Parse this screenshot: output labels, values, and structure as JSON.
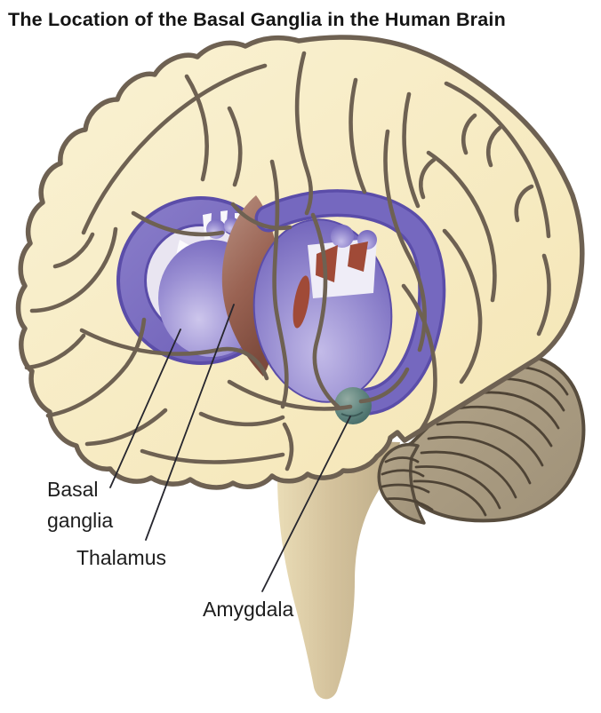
{
  "title": "The Location of the Basal Ganglia in the Human Brain",
  "labels": {
    "basal_ganglia": "Basal\nganglia",
    "thalamus": "Thalamus",
    "amygdala": "Amygdala"
  },
  "structures": [
    {
      "name": "basal ganglia",
      "depicted_as": "purple ring and lobed mass with curved tail arc"
    },
    {
      "name": "thalamus",
      "depicted_as": "brown elongated body between the purple masses"
    },
    {
      "name": "amygdala",
      "depicted_as": "small teal sphere at tail of the arc"
    },
    {
      "name": "cerebellum",
      "depicted_as": "striated tan lobe at lower right"
    },
    {
      "name": "brainstem",
      "depicted_as": "tan column descending below the brain"
    }
  ],
  "colors": {
    "basal_ganglia_purple": "#7568BF",
    "basal_ganglia_outline": "#5B4DA9",
    "red_nuclei": "#A04A37",
    "thalamus_brown": "#96604F",
    "amygdala_teal": "#4F7A74",
    "cortex_cream": "#F6ECC5",
    "sulci_outline": "#6E6152",
    "cerebellum_tan": "#AC9E84",
    "brainstem_tan": "#D2C09A",
    "label_text": "#1d1d1d"
  }
}
